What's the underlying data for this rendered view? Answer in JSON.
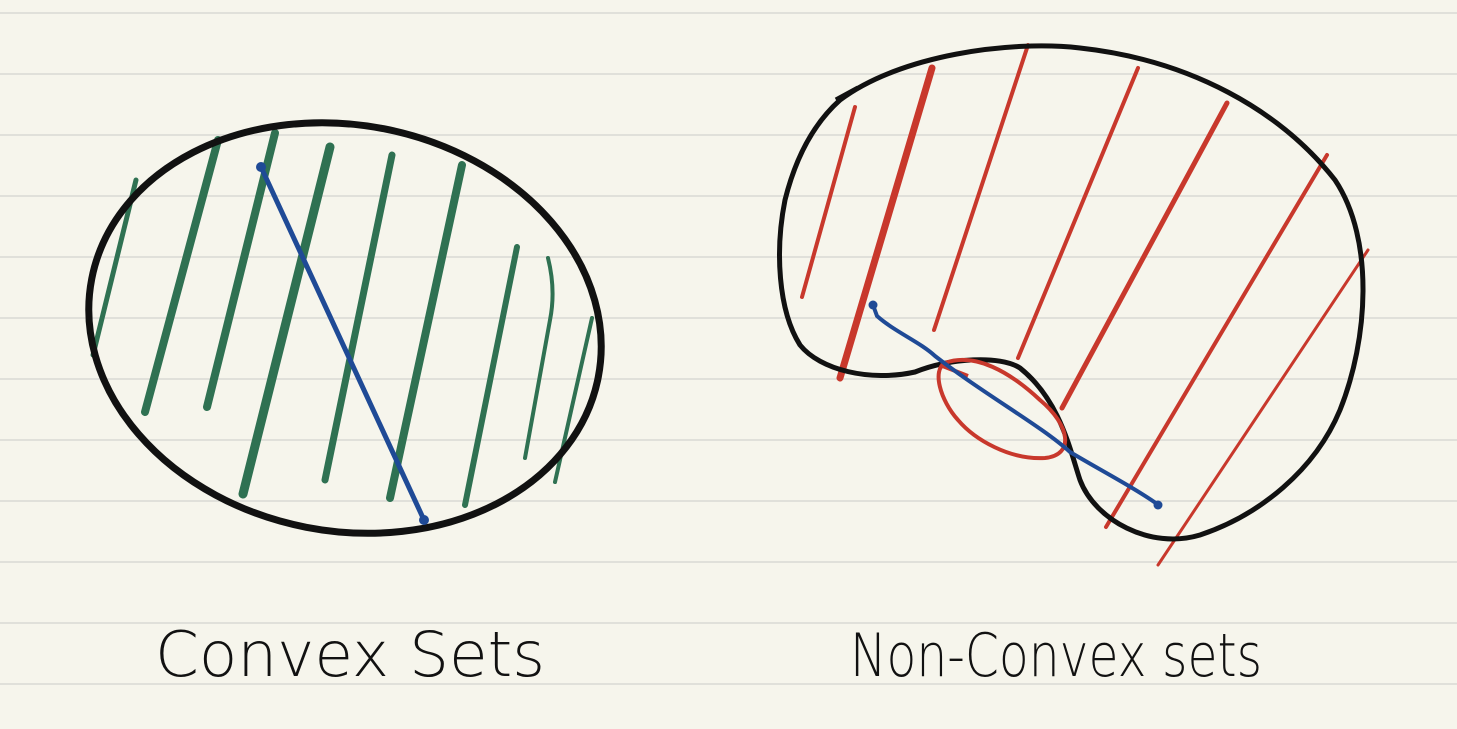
{
  "captions": {
    "convex": "Convex Sets",
    "non_convex": "Non-Convex sets"
  },
  "colors": {
    "paper": "#f6f5ec",
    "rule_line": "#d9d9d3",
    "outline": "#111111",
    "convex_hatch": "#2f7152",
    "nonconvex_hatch": "#c8382c",
    "segment": "#1f4a96"
  },
  "figures": [
    {
      "name": "convex-set",
      "shape": "ellipse",
      "hatch_color": "green",
      "segment_inside_set": true
    },
    {
      "name": "non-convex-set",
      "shape": "blob-with-notch",
      "hatch_color": "red",
      "segment_inside_set": false,
      "segment_exit_circled": true
    }
  ]
}
